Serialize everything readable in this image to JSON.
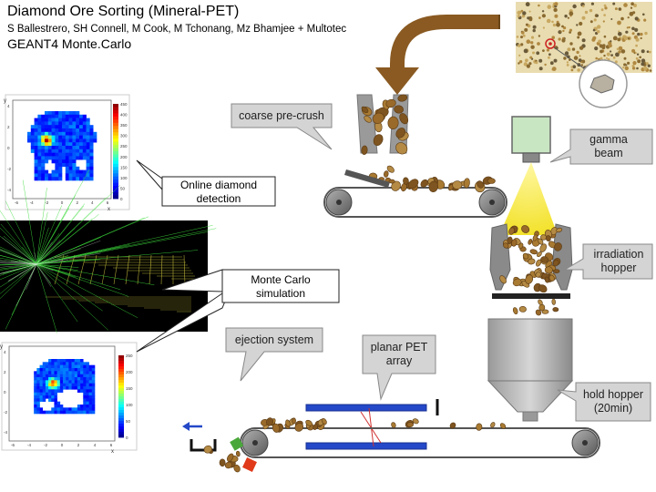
{
  "header": {
    "title": "Diamond Ore Sorting (Mineral-PET)",
    "authors": "S Ballestrero, SH Connell, M Cook, M Tchonang, Mz Bhamjee + Multotec",
    "subtitle": "GEANT4 Monte.Carlo"
  },
  "callouts": {
    "online_detection": "Online diamond detection",
    "monte_carlo": "Monte Carlo simulation"
  },
  "process_labels": {
    "coarse_precrush": "coarse pre-crush",
    "gamma_beam": "gamma beam",
    "irradiation_hopper": "irradiation hopper",
    "ejection_system": "ejection system",
    "planar_pet": "planar PET array",
    "hold_hopper": "hold hopper (20min)"
  },
  "heatmap_top": {
    "colorbar_ticks": [
      "450",
      "400",
      "350",
      "300",
      "250",
      "200",
      "150",
      "100",
      "50",
      "0"
    ],
    "y_ticks": [
      "4",
      "2",
      "0",
      "-2",
      "-4"
    ],
    "x_ticks": [
      "-6",
      "-4",
      "-2",
      "0",
      "2",
      "4",
      "6"
    ],
    "x_label": "x",
    "y_label": "y"
  },
  "heatmap_bottom": {
    "colorbar_ticks": [
      "250",
      "200",
      "150",
      "100",
      "50",
      "0"
    ],
    "y_ticks": [
      "4",
      "2",
      "0",
      "-2",
      "-4"
    ],
    "x_ticks": [
      "-6",
      "-4",
      "-2",
      "0",
      "2",
      "4",
      "6"
    ],
    "x_label": "x",
    "y_label": "y"
  },
  "colors": {
    "rock": "#9a6a2a",
    "belt": "#6e6e6e",
    "beam_yellow": "#f5e838",
    "detector_green": "#b6ddb0",
    "pet_blue": "#2448c8",
    "arrow_brown": "#8a5a22",
    "eject_red": "#e03a1a",
    "eject_green": "#4aa83a"
  }
}
